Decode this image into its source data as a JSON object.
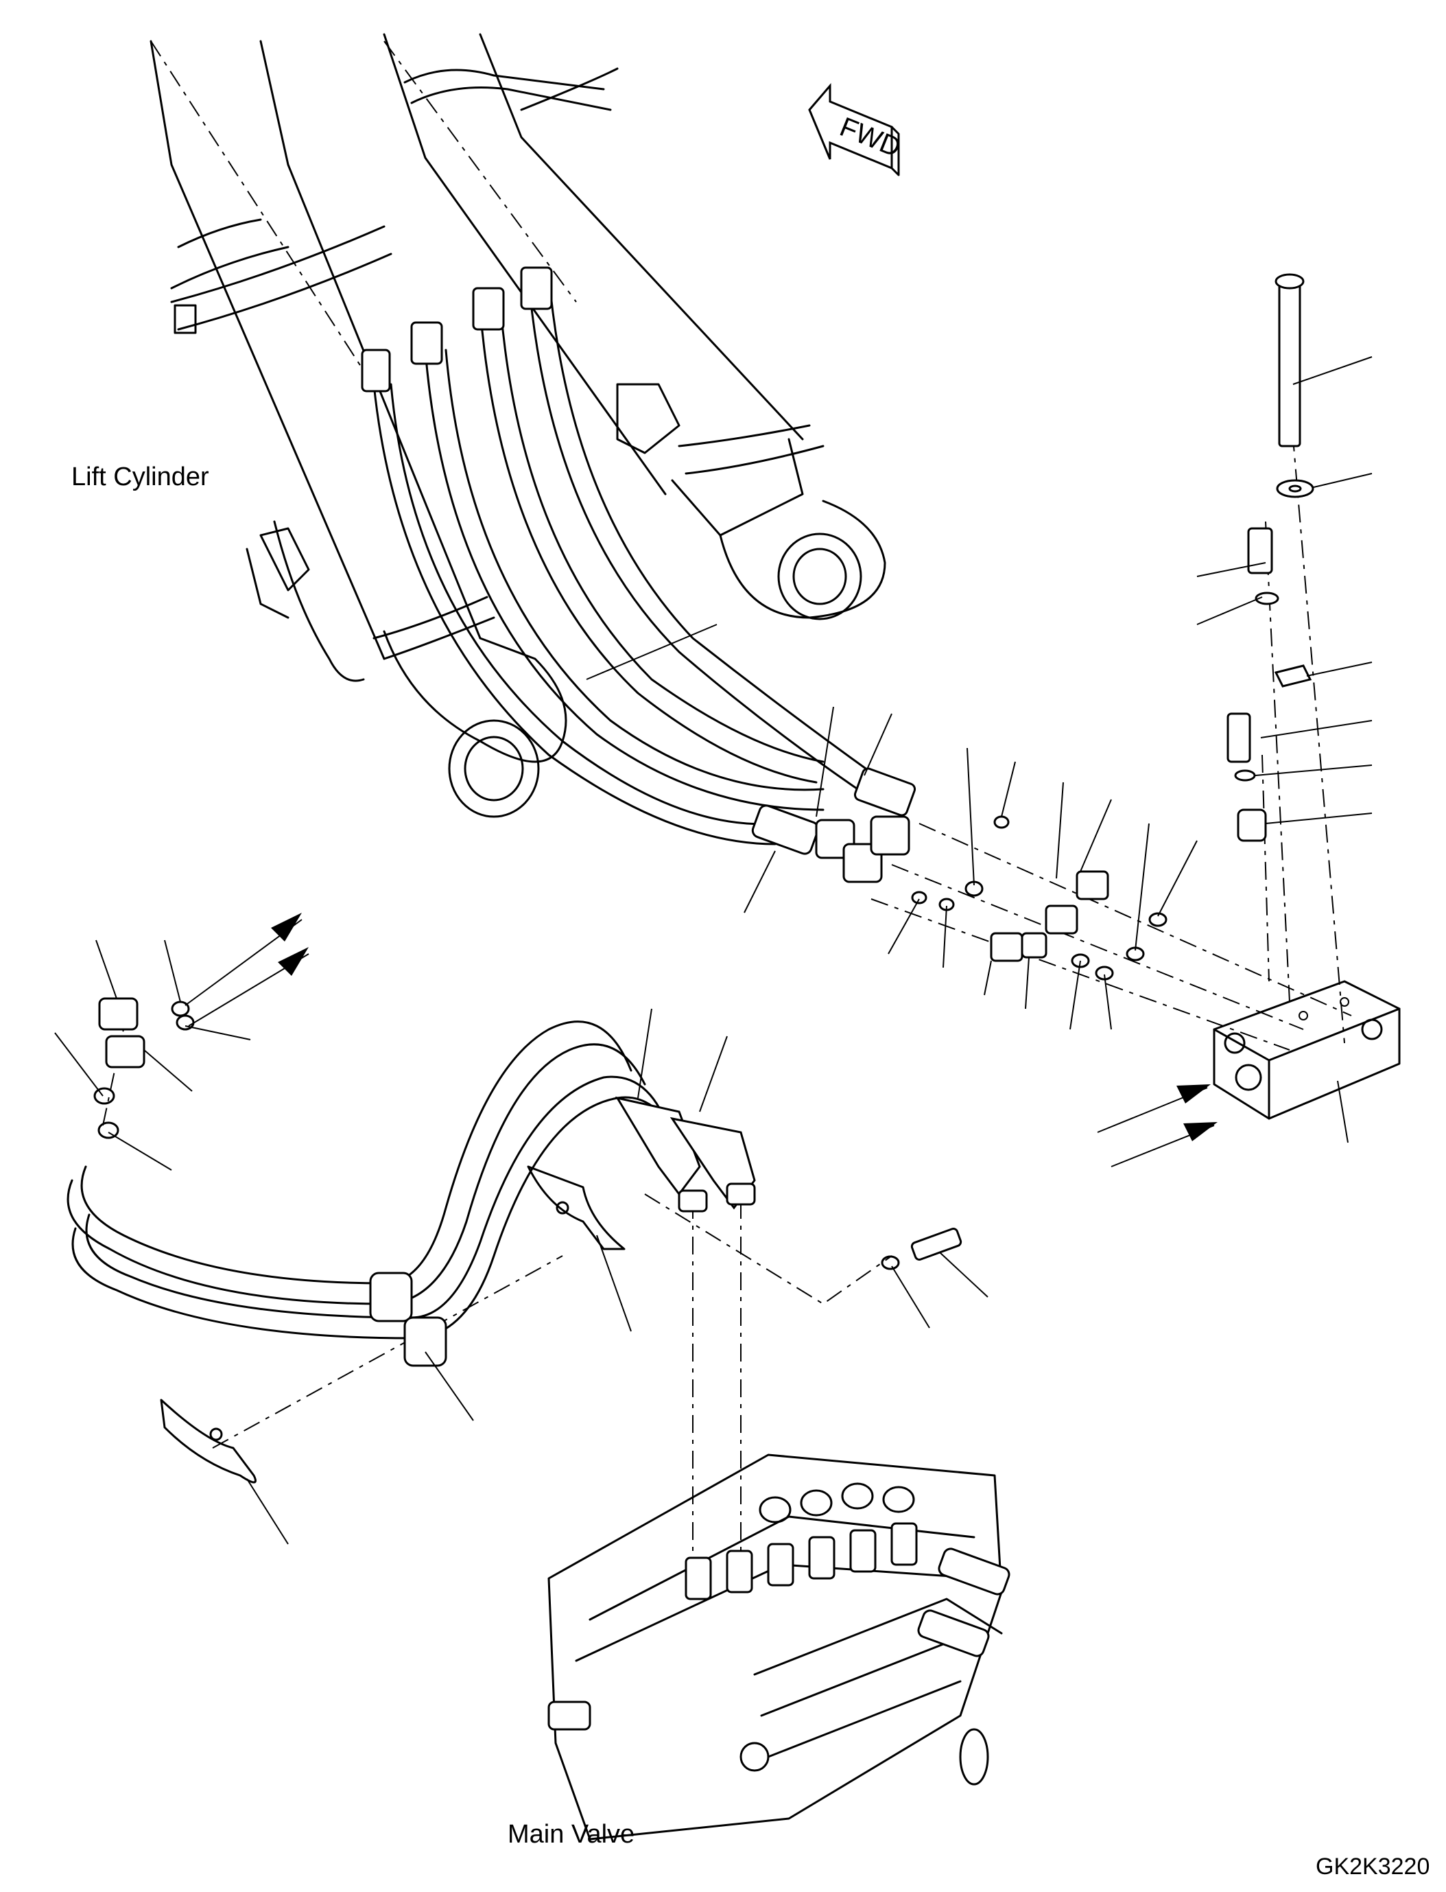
{
  "labels": {
    "lift_cylinder": "Lift Cylinder",
    "main_valve": "Main Valve",
    "drawing_code": "GK2K3220",
    "fwd": "FWD"
  },
  "colors": {
    "line": "#000000",
    "background": "#ffffff"
  }
}
